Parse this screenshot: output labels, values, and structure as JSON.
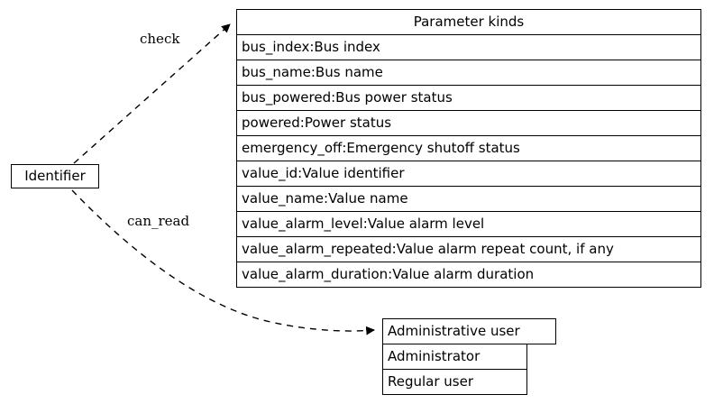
{
  "diagram": {
    "type": "entity-relationship-record-diagram",
    "background_color": "#ffffff",
    "line_color": "#000000",
    "text_color": "#000000"
  },
  "identifier_node": {
    "label": "Identifier"
  },
  "parameter_kinds_table": {
    "header": "Parameter kinds",
    "rows": [
      "bus_index:Bus index",
      "bus_name:Bus name",
      "bus_powered:Bus power status",
      "powered:Power status",
      "emergency_off:Emergency shutoff status",
      "value_id:Value identifier",
      "value_name:Value name",
      "value_alarm_level:Value alarm level",
      "value_alarm_repeated:Value alarm repeat count, if any",
      "value_alarm_duration:Value alarm duration"
    ]
  },
  "administrative_user_table": {
    "header": "Administrative user",
    "rows": [
      "Administrator",
      "Regular user"
    ]
  },
  "edges": [
    {
      "label": "check",
      "from": "Identifier",
      "to": "Parameter kinds",
      "style": "dashed",
      "arrowhead": "filled"
    },
    {
      "label": "can_read",
      "from": "Identifier",
      "to": "Administrative user",
      "style": "dashed",
      "arrowhead": "filled"
    }
  ]
}
